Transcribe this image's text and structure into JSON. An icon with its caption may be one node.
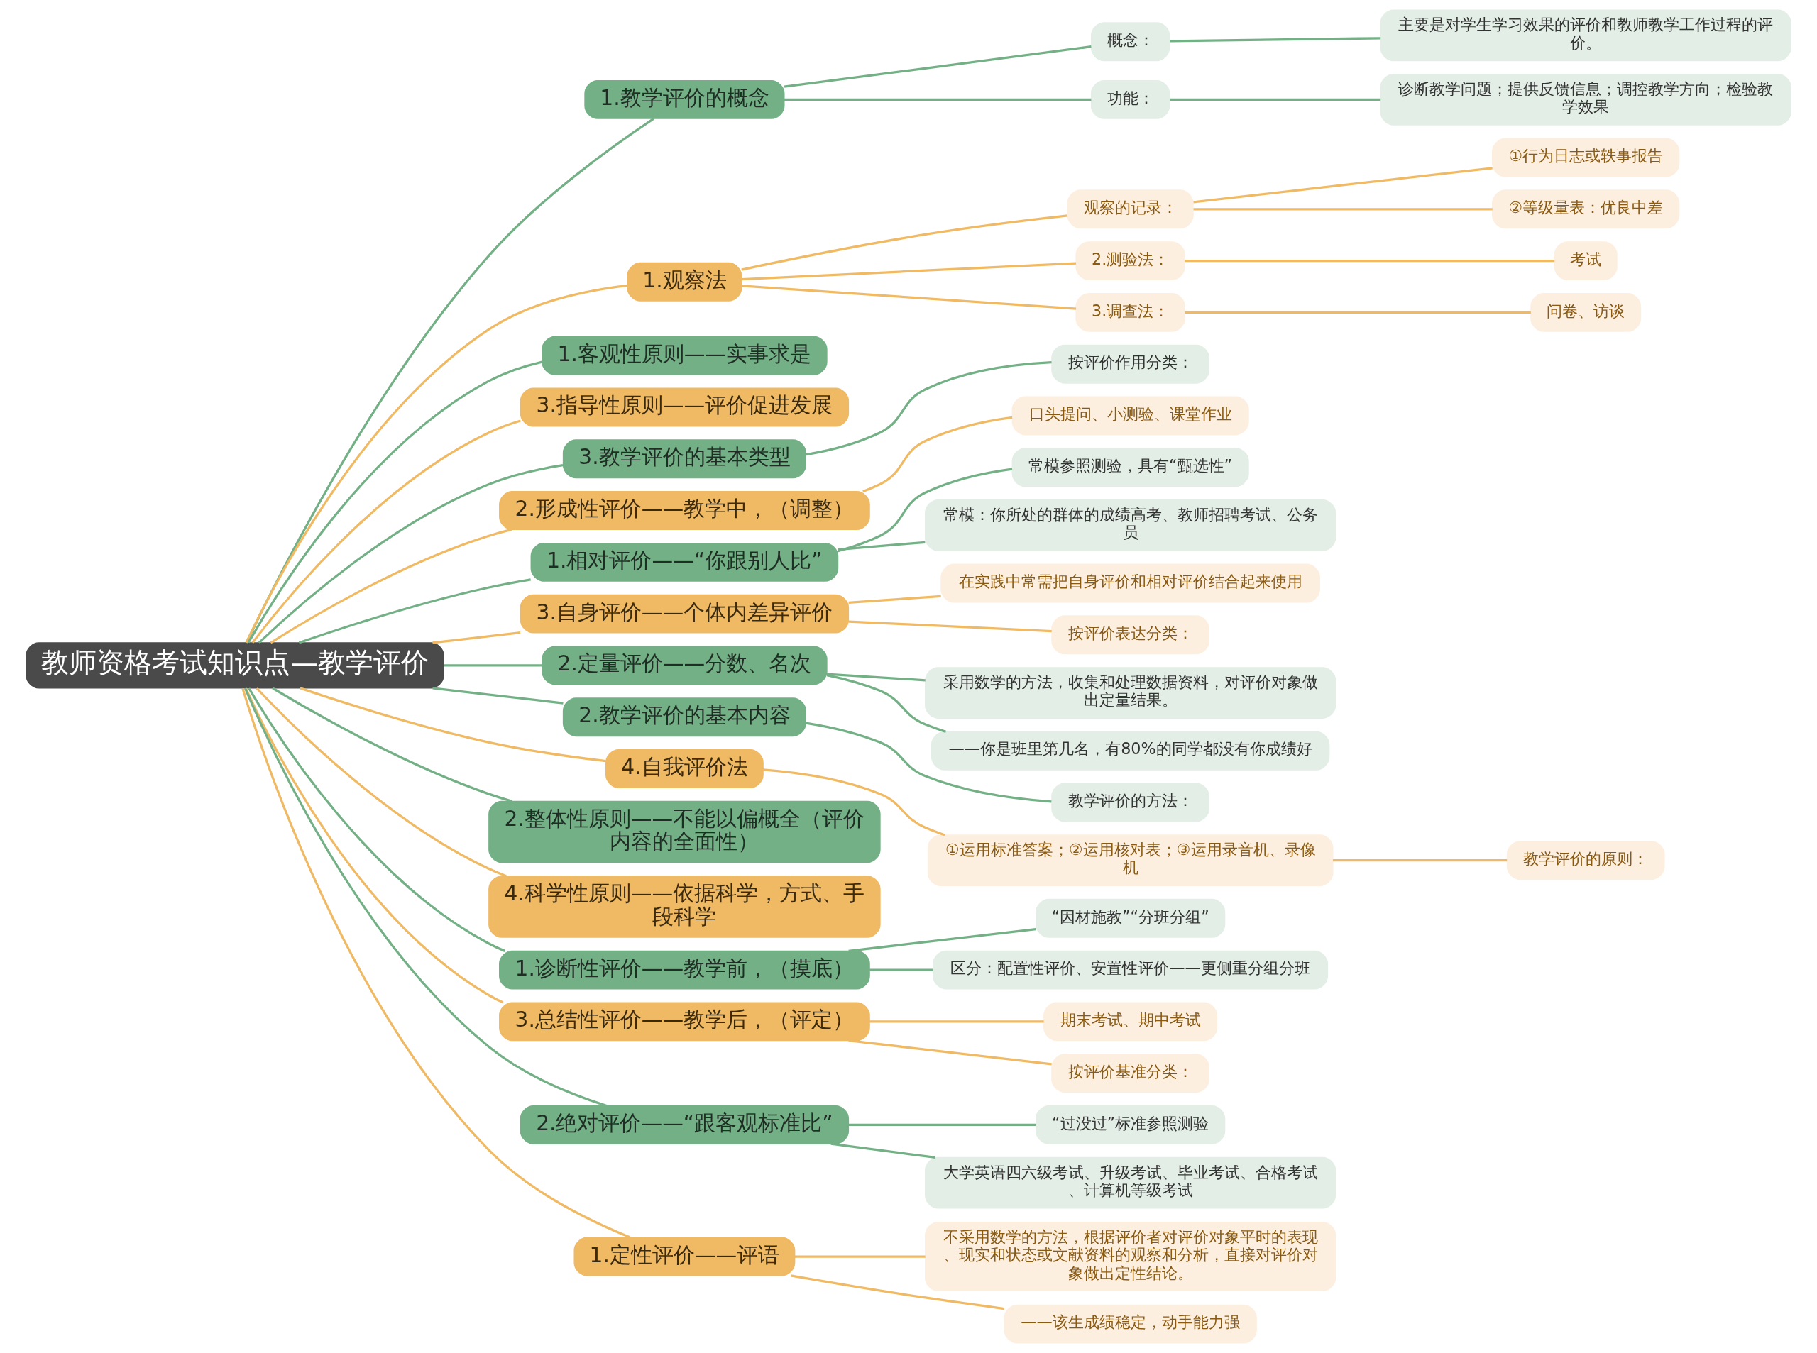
{
  "diagram": {
    "nodes": [
      {
        "text": [
          "教师资格考试知识点—教学评价"
        ]
      },
      {
        "text": [
          "1.教学评价的概念"
        ]
      },
      {
        "text": [
          "概念："
        ]
      },
      {
        "text": [
          "主要是对学生学习效果的评价和教师教学工作过程的评价。"
        ]
      },
      {
        "text": [
          "功能："
        ]
      },
      {
        "text": [
          "诊断教学问题；提供反馈信息；调控教学方向；检验教学效果"
        ]
      },
      {
        "text": [
          "1.观察法"
        ]
      },
      {
        "text": [
          "观察的记录："
        ]
      },
      {
        "text": [
          "①行为日志或轶事报告"
        ]
      },
      {
        "text": [
          "②等级量表：优良中差"
        ]
      },
      {
        "text": [
          "2.测验法："
        ]
      },
      {
        "text": [
          "考试"
        ]
      },
      {
        "text": [
          "3.调查法："
        ]
      },
      {
        "text": [
          "问卷、访谈"
        ]
      },
      {
        "text": [
          "1.客观性原则——实事求是"
        ]
      },
      {
        "text": [
          "3.指导性原则——评价促进发展"
        ]
      },
      {
        "text": [
          "3.教学评价的基本类型"
        ]
      },
      {
        "text": [
          "按评价作用分类："
        ]
      },
      {
        "text": [
          "2.形成性评价——教学中，（调整）"
        ]
      },
      {
        "text": [
          "口头提问、小测验、课堂作业"
        ]
      },
      {
        "text": [
          "1.相对评价——“你跟别人比”"
        ]
      },
      {
        "text": [
          "常模参照测验，具有“甄选性”"
        ]
      },
      {
        "text": [
          "常模：你所处的群体的成绩高考、教师招聘考试、公务员"
        ]
      },
      {
        "text": [
          "3.自身评价——个体内差异评价"
        ]
      },
      {
        "text": [
          "在实践中常需把自身评价和相对评价结合起来使用"
        ]
      },
      {
        "text": [
          "按评价表达分类："
        ]
      },
      {
        "text": [
          "2.定量评价——分数、名次"
        ]
      },
      {
        "text": [
          "采用数学的方法，收集和处理数据资料，对评价对象做出定量结果。"
        ]
      },
      {
        "text": [
          "——你是班里第几名，有80%的同学都没有你成绩好"
        ]
      },
      {
        "text": [
          "2.教学评价的基本内容"
        ]
      },
      {
        "text": [
          "教学评价的方法："
        ]
      },
      {
        "text": [
          "4.自我评价法"
        ]
      },
      {
        "text": [
          "①运用标准答案；②运用核对表；③运用录音机、录像机"
        ]
      },
      {
        "text": [
          "教学评价的原则："
        ]
      },
      {
        "text": [
          "2.整体性原则——不能以偏概全（评价内容的全面性）"
        ]
      },
      {
        "text": [
          "4.科学性原则——依据科学，方式、手段科学"
        ]
      },
      {
        "text": [
          "1.诊断性评价——教学前，（摸底）"
        ]
      },
      {
        "text": [
          "“因材施教”“分班分组”"
        ]
      },
      {
        "text": [
          "区分：配置性评价、安置性评价——更侧重分组分班"
        ]
      },
      {
        "text": [
          "3.总结性评价——教学后，（评定）"
        ]
      },
      {
        "text": [
          "期末考试、期中考试"
        ]
      },
      {
        "text": [
          "按评价基准分类："
        ]
      },
      {
        "text": [
          "2.绝对评价——“跟客观标准比”"
        ]
      },
      {
        "text": [
          "“过没过”标准参照测验"
        ]
      },
      {
        "text": [
          "大学英语四六级考试、升级考试、毕业考试、合格考试、计算机等级考试"
        ]
      },
      {
        "text": [
          "1.定性评价——评语"
        ]
      },
      {
        "text": [
          "不采用数学的方法，根据评价者对评价对象平时的表现、现实和状态或文献资料的观察和分析，直接对评价对象做出定性结论。"
        ]
      },
      {
        "text": [
          "——该生成绩稳定，动手能力强"
        ]
      }
    ],
    "edges": [
      {
        "from": 0,
        "to": 1,
        "arrow": "none",
        "color": "#73b086"
      },
      {
        "from": 1,
        "to": 2,
        "arrow": "none",
        "color": "#73b086"
      },
      {
        "from": 2,
        "to": 3,
        "arrow": "none",
        "color": "#73b086"
      },
      {
        "from": 1,
        "to": 4,
        "arrow": "none",
        "color": "#73b086"
      },
      {
        "from": 4,
        "to": 5,
        "arrow": "none",
        "color": "#73b086"
      },
      {
        "from": 0,
        "to": 6,
        "arrow": "none"
      },
      {
        "from": 6,
        "to": 7,
        "arrow": "none"
      },
      {
        "from": 7,
        "to": 8,
        "arrow": "none"
      },
      {
        "from": 7,
        "to": 9,
        "arrow": "none"
      },
      {
        "from": 6,
        "to": 10,
        "arrow": "none"
      },
      {
        "from": 10,
        "to": 11,
        "arrow": "none"
      },
      {
        "from": 6,
        "to": 12,
        "arrow": "none"
      },
      {
        "from": 12,
        "to": 13,
        "arrow": "none"
      },
      {
        "from": 0,
        "to": 14,
        "arrow": "none",
        "color": "#73b086"
      },
      {
        "from": 0,
        "to": 15,
        "arrow": "none"
      },
      {
        "from": 0,
        "to": 16,
        "arrow": "none",
        "color": "#73b086"
      },
      {
        "from": 16,
        "to": 17,
        "arrow": "none",
        "color": "#73b086"
      },
      {
        "from": 0,
        "to": 18,
        "arrow": "none"
      },
      {
        "from": 18,
        "to": 19,
        "arrow": "none"
      },
      {
        "from": 0,
        "to": 20,
        "arrow": "none",
        "color": "#73b086"
      },
      {
        "from": 20,
        "to": 21,
        "arrow": "none",
        "color": "#73b086"
      },
      {
        "from": 20,
        "to": 22,
        "arrow": "none",
        "color": "#73b086"
      },
      {
        "from": 0,
        "to": 23,
        "arrow": "none"
      },
      {
        "from": 23,
        "to": 24,
        "arrow": "none"
      },
      {
        "from": 23,
        "to": 25,
        "arrow": "none"
      },
      {
        "from": 0,
        "to": 26,
        "arrow": "none",
        "color": "#73b086"
      },
      {
        "from": 26,
        "to": 27,
        "arrow": "none",
        "color": "#73b086"
      },
      {
        "from": 26,
        "to": 28,
        "arrow": "none",
        "color": "#73b086"
      },
      {
        "from": 0,
        "to": 29,
        "arrow": "none",
        "color": "#73b086"
      },
      {
        "from": 29,
        "to": 30,
        "arrow": "none",
        "color": "#73b086"
      },
      {
        "from": 0,
        "to": 31,
        "arrow": "none"
      },
      {
        "from": 31,
        "to": 32,
        "arrow": "none"
      },
      {
        "from": 32,
        "to": 33,
        "arrow": "none"
      },
      {
        "from": 0,
        "to": 34,
        "arrow": "none",
        "color": "#73b086"
      },
      {
        "from": 0,
        "to": 35,
        "arrow": "none"
      },
      {
        "from": 0,
        "to": 36,
        "arrow": "none",
        "color": "#73b086"
      },
      {
        "from": 36,
        "to": 37,
        "arrow": "none",
        "color": "#73b086"
      },
      {
        "from": 36,
        "to": 38,
        "arrow": "none",
        "color": "#73b086"
      },
      {
        "from": 0,
        "to": 39,
        "arrow": "none"
      },
      {
        "from": 39,
        "to": 40,
        "arrow": "none"
      },
      {
        "from": 39,
        "to": 41,
        "arrow": "none"
      },
      {
        "from": 0,
        "to": 42,
        "arrow": "none",
        "color": "#73b086"
      },
      {
        "from": 42,
        "to": 43,
        "arrow": "none",
        "color": "#73b086"
      },
      {
        "from": 42,
        "to": 44,
        "arrow": "none",
        "color": "#73b086"
      },
      {
        "from": 0,
        "to": 45,
        "arrow": "none"
      },
      {
        "from": 45,
        "to": 46,
        "arrow": "none"
      },
      {
        "from": 45,
        "to": 47,
        "arrow": "none"
      }
    ]
  }
}
